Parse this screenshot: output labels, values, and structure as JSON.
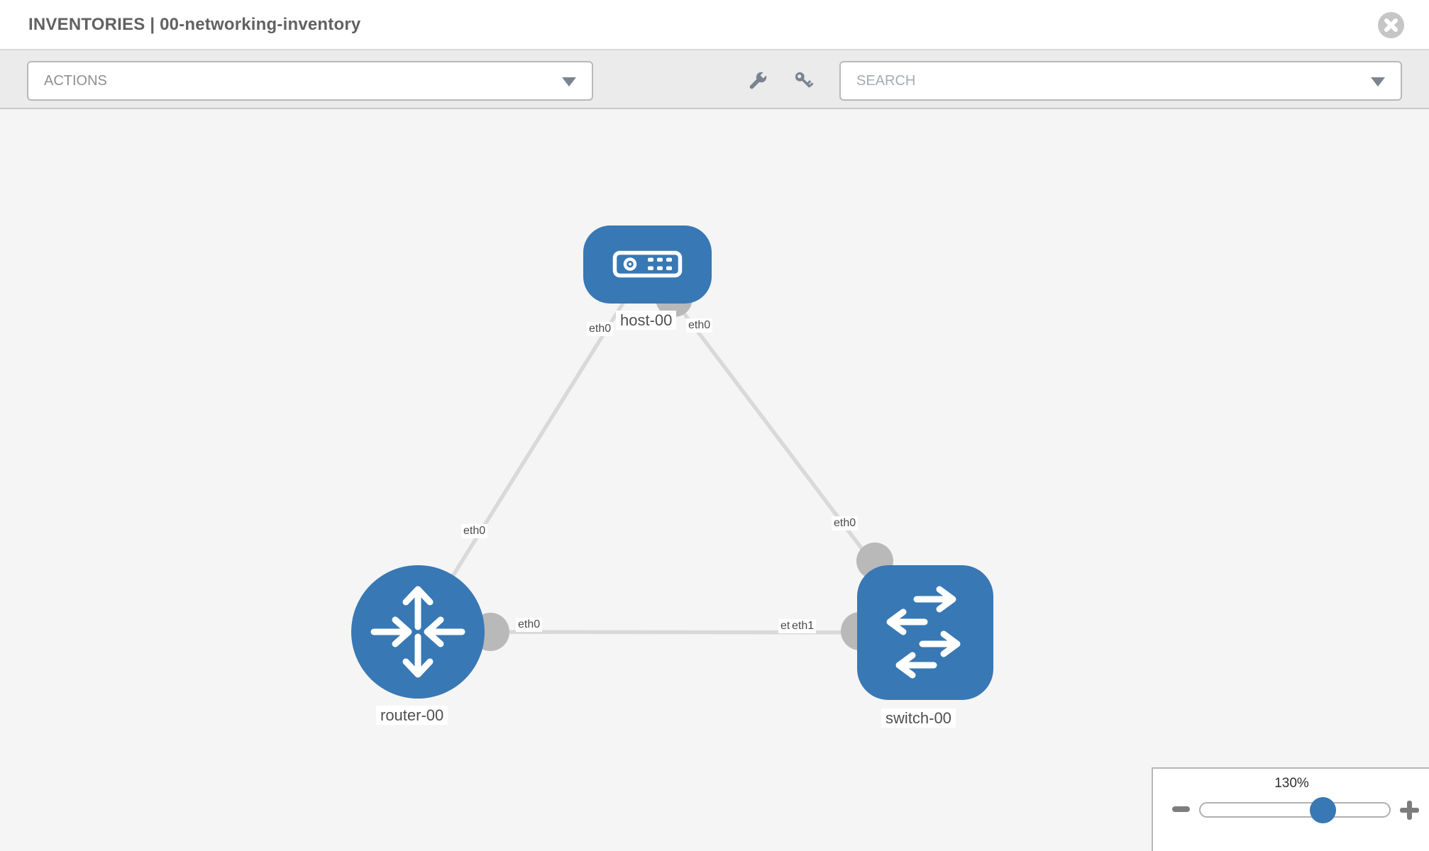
{
  "header": {
    "title": "INVENTORIES | 00-networking-inventory"
  },
  "toolbar": {
    "actions_label": "ACTIONS",
    "search_placeholder": "SEARCH"
  },
  "topology": {
    "nodes": {
      "host": {
        "label": "host-00",
        "type": "host"
      },
      "router": {
        "label": "router-00",
        "type": "router"
      },
      "switch": {
        "label": "switch-00",
        "type": "switch"
      }
    },
    "interfaces": {
      "host_left": "eth0",
      "host_right": "eth0",
      "router_top": "eth0",
      "router_right": "eth0",
      "switch_top": "eth0",
      "switch_left_back": "eth0",
      "switch_left_front": "eth1"
    },
    "links": [
      {
        "from": "host-00",
        "to": "router-00"
      },
      {
        "from": "host-00",
        "to": "switch-00"
      },
      {
        "from": "router-00",
        "to": "switch-00"
      }
    ]
  },
  "zoom_panel": {
    "level": "130%"
  },
  "icons": {
    "close": "circle-x",
    "wrench": "wrench",
    "key": "key",
    "dropdown_caret": "chevron-down",
    "zoom_out": "minus",
    "zoom_in": "plus"
  },
  "colors": {
    "node_blue": "#3878b4",
    "link_gray": "#d9d9d9",
    "interface_gray": "#b9b9b9",
    "toolbar_bg": "#ebebeb",
    "canvas_bg": "#f5f5f5"
  }
}
